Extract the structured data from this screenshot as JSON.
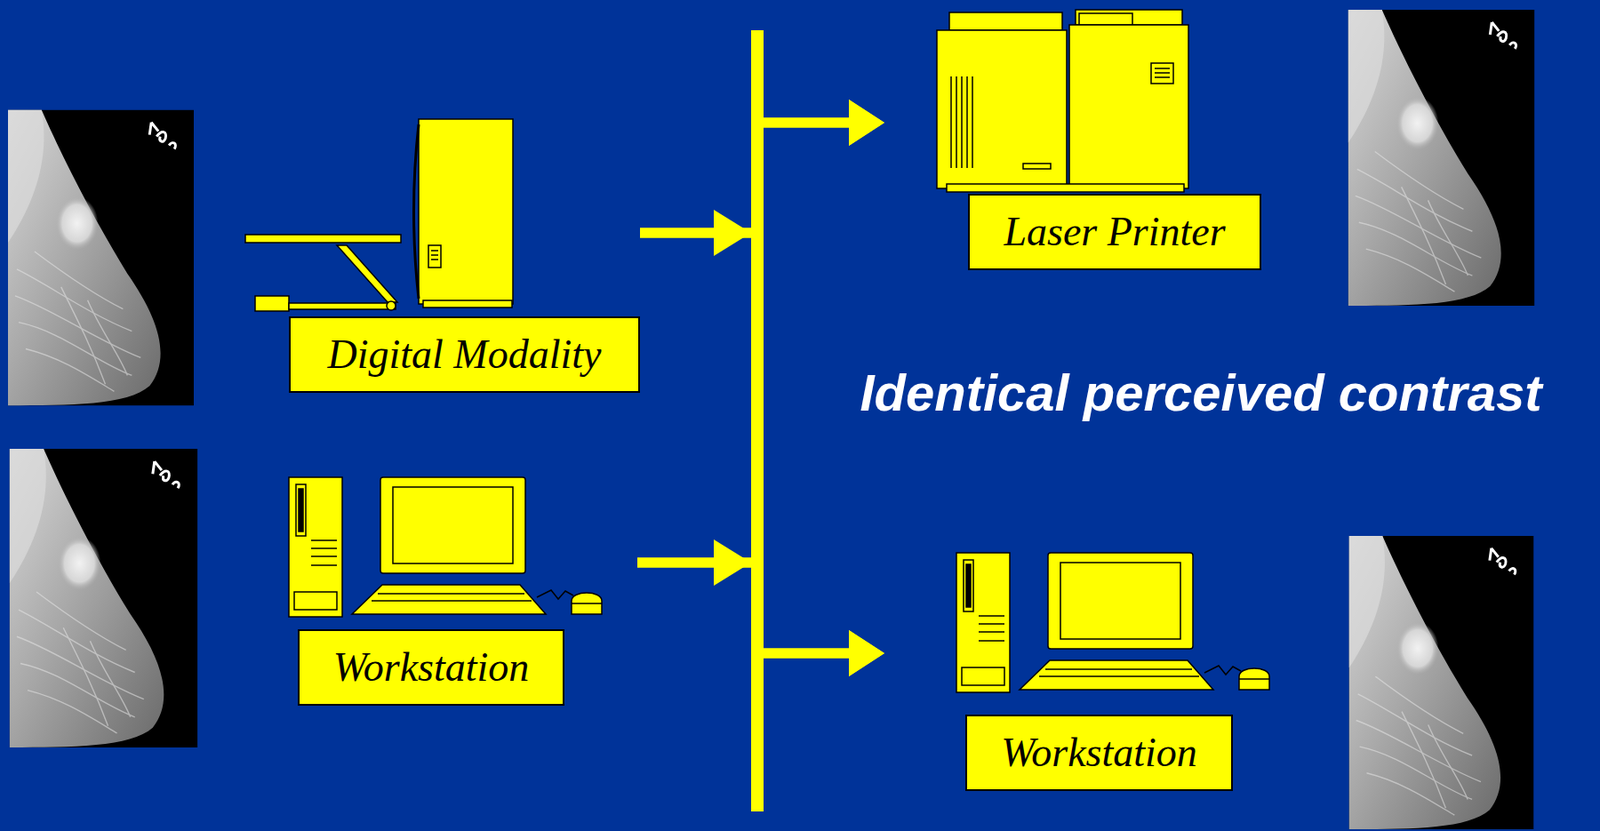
{
  "diagram": {
    "nodes": [
      {
        "text": [
          "Digital Modality"
        ]
      },
      {
        "text": [
          "Workstation"
        ]
      },
      {
        "text": [
          "Laser Printer"
        ]
      },
      {
        "text": [
          "Workstation"
        ]
      }
    ],
    "edges": [
      {
        "from": 0,
        "to": 2,
        "arrow": "to"
      },
      {
        "from": 0,
        "to": 3,
        "arrow": "to"
      },
      {
        "from": 1,
        "to": 2,
        "arrow": "to"
      },
      {
        "from": 1,
        "to": 3,
        "arrow": "to"
      }
    ],
    "labels": [
      "Identical perceived contrast"
    ]
  }
}
